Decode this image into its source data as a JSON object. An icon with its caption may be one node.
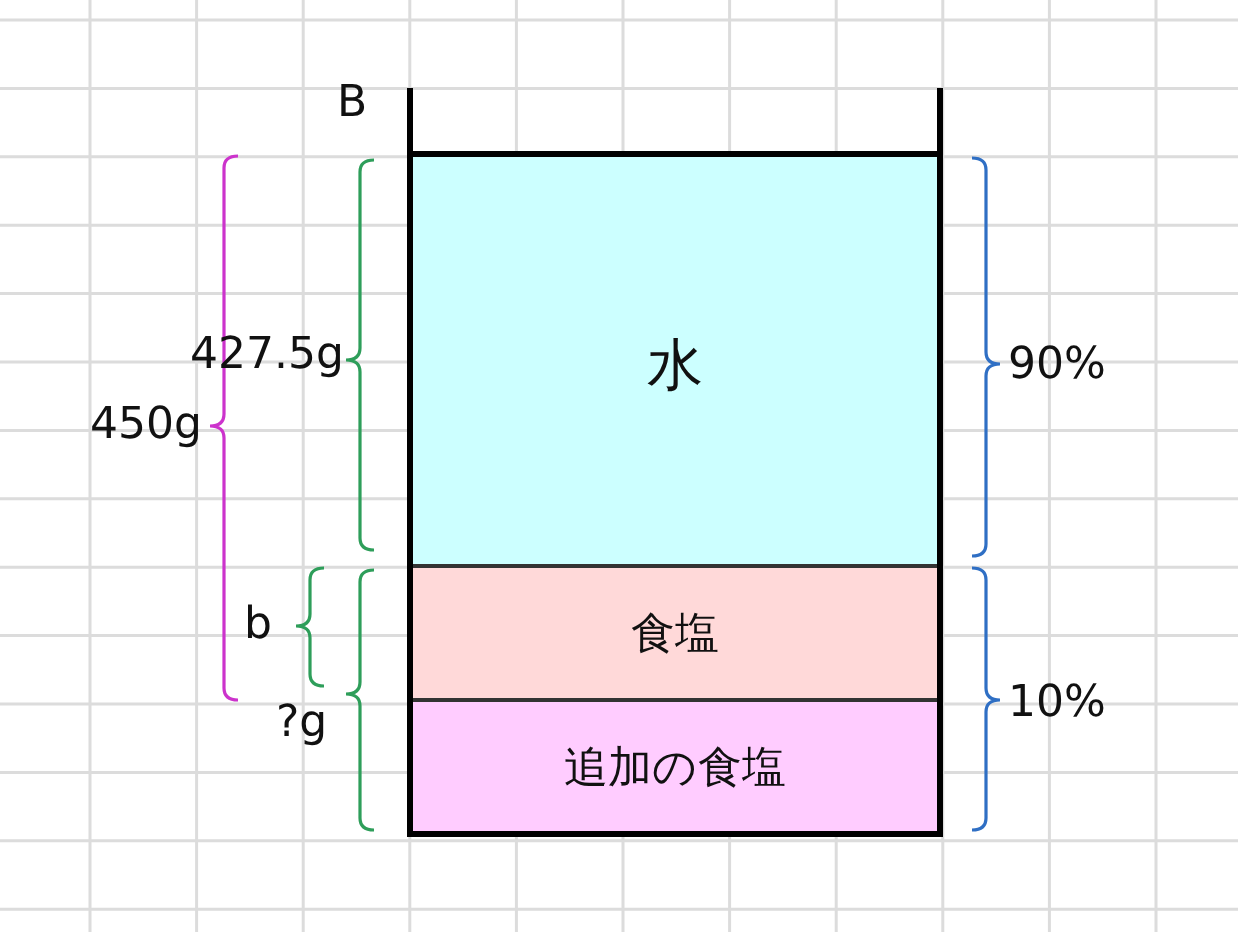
{
  "diagram": {
    "nodes": [
      {
        "text": [
          "水"
        ]
      },
      {
        "text": [
          "食塩"
        ]
      },
      {
        "text": [
          "追加の食塩"
        ]
      }
    ],
    "labels": [
      "B",
      "427.5g",
      "450g",
      "b",
      "?g",
      "90%",
      "10%"
    ]
  }
}
